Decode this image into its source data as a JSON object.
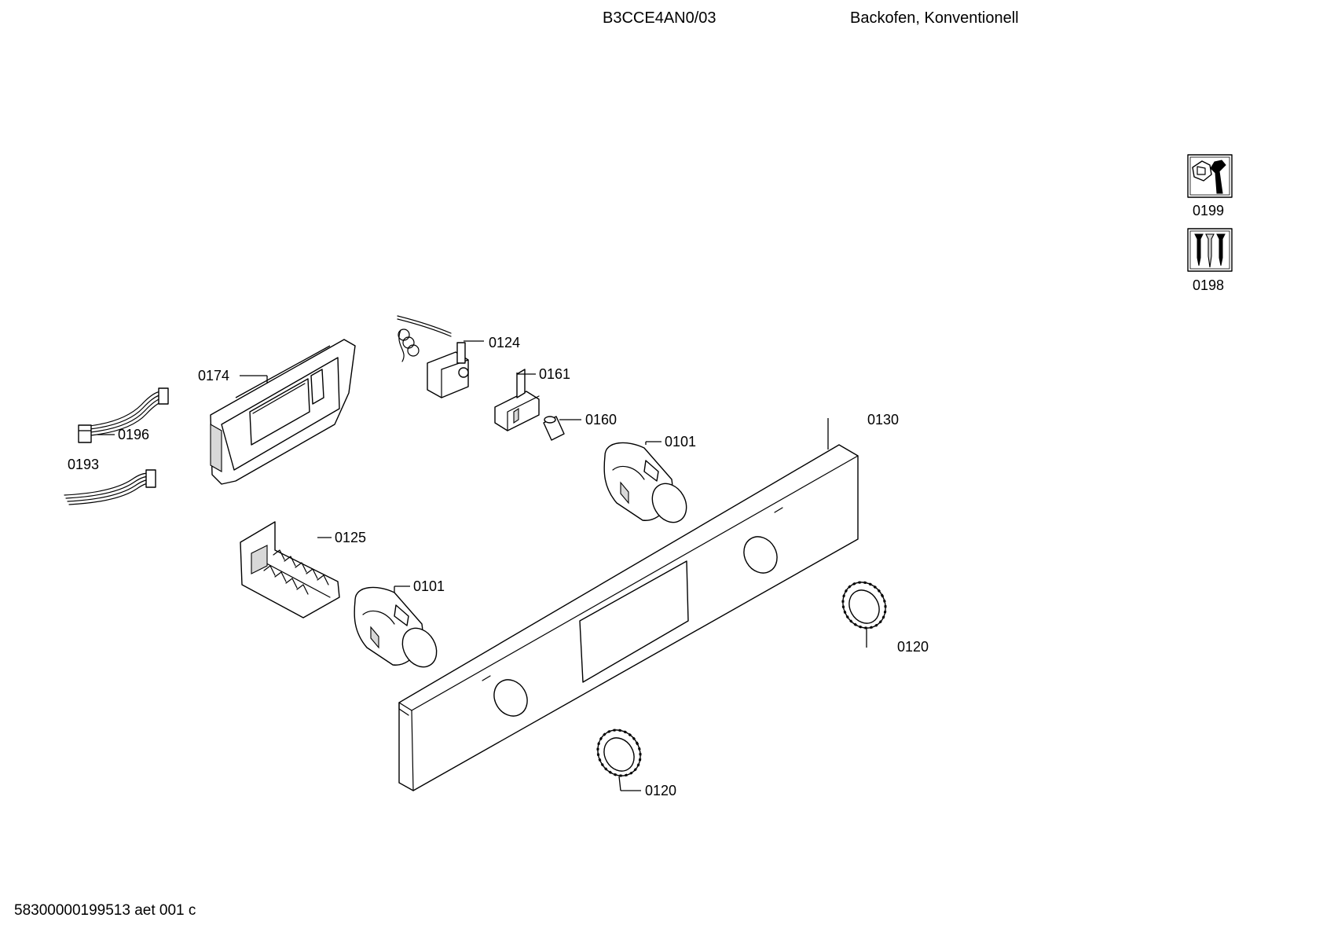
{
  "header": {
    "model": "B3CCE4AN0/03",
    "description": "Backofen, Konventionell"
  },
  "footer": "58300000199513 aet 001 c",
  "legend": [
    {
      "icon": "service-tool-icon",
      "label": "0199"
    },
    {
      "icon": "screws-icon",
      "label": "0198"
    }
  ],
  "callouts": {
    "c0174": "0174",
    "c0196": "0196",
    "c0193": "0193",
    "c0124": "0124",
    "c0161": "0161",
    "c0160": "0160",
    "c0130": "0130",
    "c0101a": "0101",
    "c0125": "0125",
    "c0101b": "0101",
    "c0120a": "0120",
    "c0120b": "0120"
  }
}
